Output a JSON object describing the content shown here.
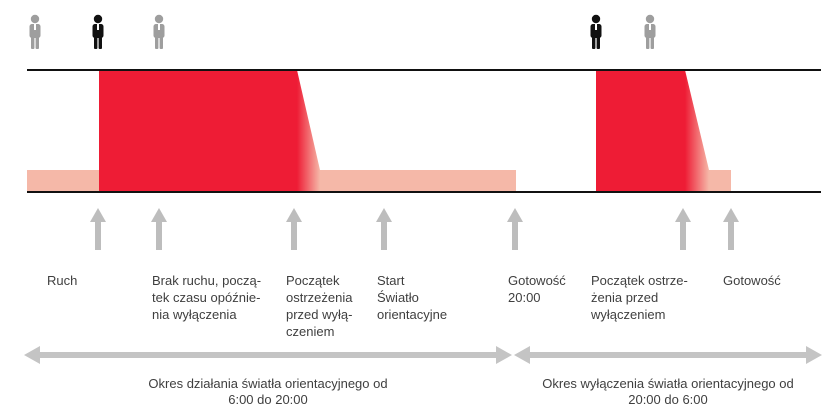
{
  "colors": {
    "active_light": "#ee1c35",
    "night_light": "#f5b8a8",
    "person_active": "#111111",
    "person_inactive": "#9e9e9e",
    "marker_arrow": "#bdbdbd",
    "period_arrow": "#c4c4c4",
    "axis_line": "#111111"
  },
  "icons": {
    "person_icon": "person-silhouette-icon",
    "marker_icon": "up-arrow-icon",
    "period_icon": "double-headed-arrow-icon"
  },
  "people": [
    {
      "state": "inactive"
    },
    {
      "state": "active"
    },
    {
      "state": "inactive"
    },
    {
      "state": "active"
    },
    {
      "state": "inactive"
    }
  ],
  "events": [
    {
      "lines": [
        "Ruch"
      ]
    },
    {
      "lines": [
        "Brak ruchu, począ-",
        "tek czasu opóźnie-",
        "nia wyłączenia"
      ]
    },
    {
      "lines": [
        "Początek",
        "ostrzeżenia",
        "przed wyłą-",
        "czeniem"
      ]
    },
    {
      "lines": [
        "Start",
        "Światło",
        "orientacyjne"
      ]
    },
    {
      "lines": [
        "Gotowość",
        "20:00"
      ]
    },
    {
      "lines": [
        "Początek ostrze-",
        "żenia przed",
        "wyłączeniem"
      ]
    },
    {
      "lines": [
        "Gotowość"
      ]
    }
  ],
  "periods": [
    {
      "lines": [
        "Okres działania światła orientacyjnego od",
        "6:00 do 20:00"
      ]
    },
    {
      "lines": [
        "Okres wyłączenia światła orientacyjnego od",
        "20:00 do 6:00"
      ]
    }
  ]
}
